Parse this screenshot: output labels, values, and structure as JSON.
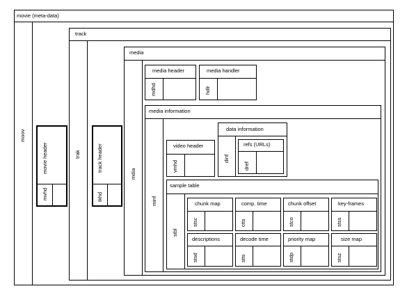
{
  "moov": {
    "title": "movie (meta-data)",
    "side": "moov",
    "movie_header": {
      "label": "movie header",
      "tag": "mvhd"
    },
    "track": {
      "title": "track",
      "side": "trak",
      "track_header": {
        "label": "track header",
        "tag": "tkhd"
      },
      "media": {
        "title": "media",
        "side": "mdia",
        "media_header": {
          "label": "media header",
          "tag": "mdhd"
        },
        "media_handler": {
          "label": "media handler",
          "tag": "hdlr"
        },
        "media_information": {
          "title": "media information",
          "side": "minf",
          "video_header": {
            "label": "video header",
            "tag": "vmhd"
          },
          "data_information": {
            "title": "data information",
            "side": "dinf",
            "refs": {
              "label": "refs (URLs)",
              "tag": "dref"
            }
          },
          "sample_table": {
            "title": "sample table",
            "side": "stbl",
            "cells": [
              {
                "label": "chunk map",
                "tag": "stsc"
              },
              {
                "label": "comp. time",
                "tag": "ctts"
              },
              {
                "label": "chunk offset",
                "tag": "stco"
              },
              {
                "label": "key-frames",
                "tag": "stss"
              },
              {
                "label": "descriptions",
                "tag": "stsd"
              },
              {
                "label": "decode time",
                "tag": "stts"
              },
              {
                "label": "priority map",
                "tag": "stdp"
              },
              {
                "label": "size map",
                "tag": "stsz"
              }
            ]
          }
        }
      }
    }
  }
}
